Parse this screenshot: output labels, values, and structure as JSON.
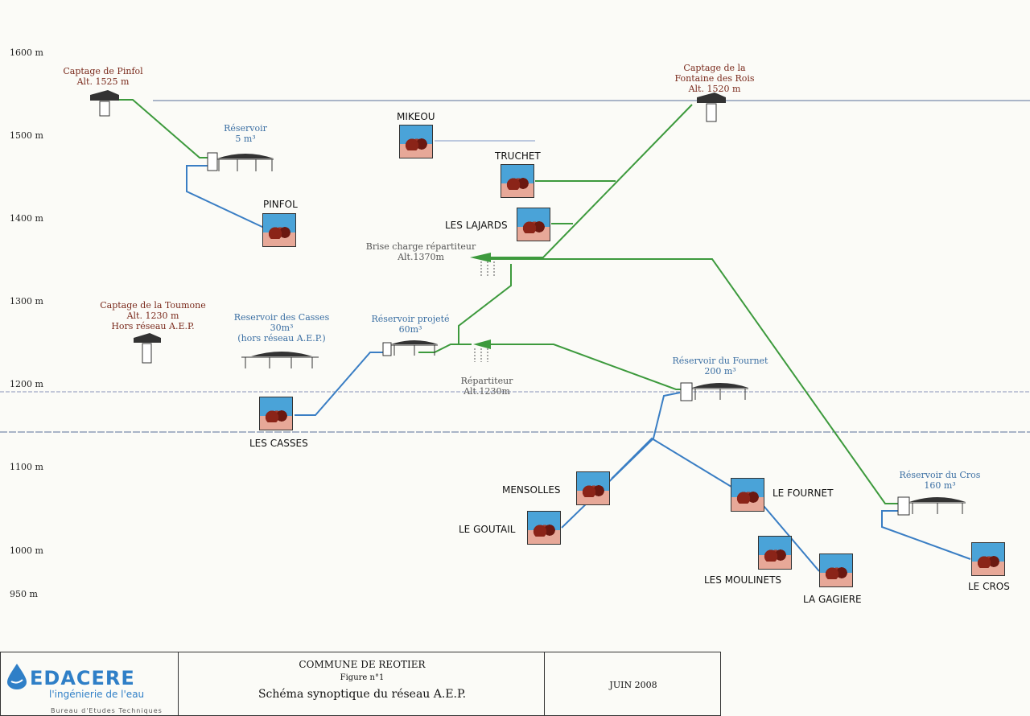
{
  "altitudes": [
    "1600 m",
    "1500 m",
    "1400 m",
    "1300 m",
    "1200 m",
    "1100 m",
    "1000 m",
    "950 m"
  ],
  "sources": {
    "pinfol": [
      "Captage de Pinfol",
      "Alt. 1525 m"
    ],
    "fontaine": [
      "Captage de la",
      "Fontaine des Rois",
      "Alt. 1520 m"
    ],
    "toumone": [
      "Captage de la Toumone",
      "Alt. 1230 m",
      "Hors réseau A.E.P."
    ]
  },
  "reservoirs": {
    "pinfol": [
      "Réservoir",
      "5 m³"
    ],
    "casses": [
      "Reservoir des Casses",
      "30m³",
      "(hors réseau A.E.P.)"
    ],
    "projete": [
      "Réservoir projeté",
      "60m³"
    ],
    "fournet": [
      "Réservoir du Fournet",
      "200 m³"
    ],
    "cros": [
      "Réservoir du Cros",
      "160 m³"
    ]
  },
  "structures": {
    "brise_charge": [
      "Brise charge répartiteur",
      "Alt.1370m"
    ],
    "repartiteur": [
      "Répartiteur",
      "Alt.1230m"
    ]
  },
  "villages": {
    "mikeou": "MIKEOU",
    "truchet": "TRUCHET",
    "lajards": "LES LAJARDS",
    "pinfol": "PINFOL",
    "casses": "LES CASSES",
    "mensolles": "MENSOLLES",
    "goutail": "LE GOUTAIL",
    "fournet": "LE FOURNET",
    "moulinets": "LES MOULINETS",
    "gagiere": "LA GAGIERE",
    "cros": "LE CROS"
  },
  "colors": {
    "gravity_line": "#3d9a3d",
    "distribution_line": "#3a7ec4"
  },
  "title_block": {
    "logo": "EDACERE",
    "logo_tagline": "l'ingénierie de l'eau",
    "logo_sub": "Bureau d'Etudes Techniques",
    "commune": "COMMUNE DE REOTIER",
    "figure": "Figure n°1",
    "title": "Schéma synoptique du réseau A.E.P.",
    "date": "JUIN 2008"
  }
}
